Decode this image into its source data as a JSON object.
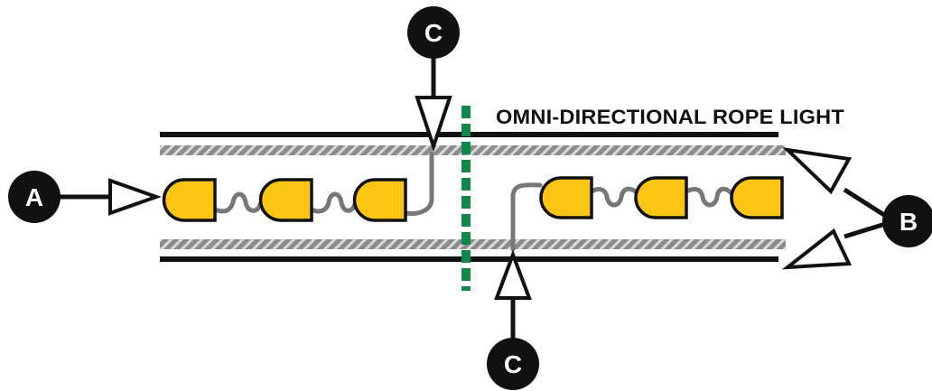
{
  "title": "OMNI-DIRECTIONAL ROPE LIGHT",
  "callouts": {
    "a": "A",
    "b": "B",
    "c_top": "C",
    "c_bottom": "C"
  },
  "colors": {
    "bulb": "#fcc514",
    "outline": "#111111",
    "wire": "#777777",
    "tube_stripe": "#8c8c8c",
    "cut_line": "#0e8a46",
    "background": "#ffffff"
  }
}
